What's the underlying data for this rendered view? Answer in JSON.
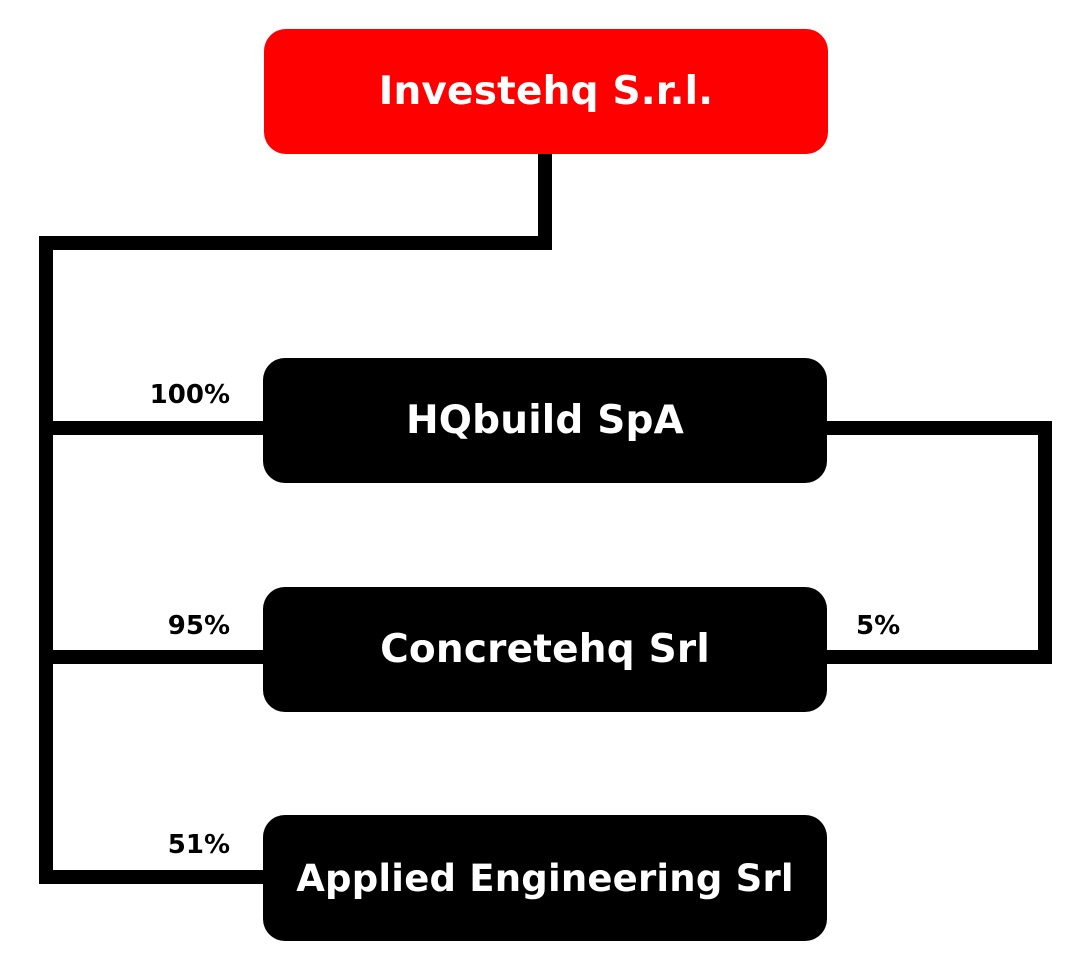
{
  "colors": {
    "parent_fill": "#ff0000",
    "subsidiary_fill": "#000000",
    "connector": "#000000",
    "text_on_box": "#ffffff",
    "percent_text": "#000000"
  },
  "parent": {
    "name": "Investehq S.r.l."
  },
  "subsidiaries": [
    {
      "name": "HQbuild SpA",
      "ownership_by_parent": "100%"
    },
    {
      "name": "Concretehq Srl",
      "ownership_by_parent": "95%",
      "ownership_by_hqbuild": "5%"
    },
    {
      "name": "Applied Engineering Srl",
      "ownership_by_parent": "51%"
    }
  ]
}
